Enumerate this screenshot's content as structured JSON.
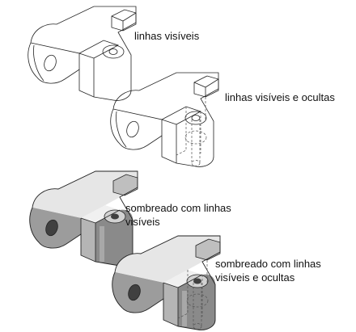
{
  "views": [
    {
      "id": "visible_lines",
      "label": [
        "linhas visíveis"
      ]
    },
    {
      "id": "visible_and_hidden_lines",
      "label": [
        "linhas visíveis e ocultas"
      ]
    },
    {
      "id": "shaded_visible_lines",
      "label": [
        "sombreado com linhas",
        "visíveis"
      ]
    },
    {
      "id": "shaded_visible_and_hidden_lines",
      "label": [
        "sombreado com linhas",
        "visíveis e ocultas"
      ]
    }
  ],
  "colors": {
    "edge": "#222222",
    "hidden": "#555555",
    "shade_light": "#e6e6e6",
    "shade_mid": "#a9a9a9",
    "shade_dark": "#6f6f6f",
    "hole_dark": "#404040"
  }
}
